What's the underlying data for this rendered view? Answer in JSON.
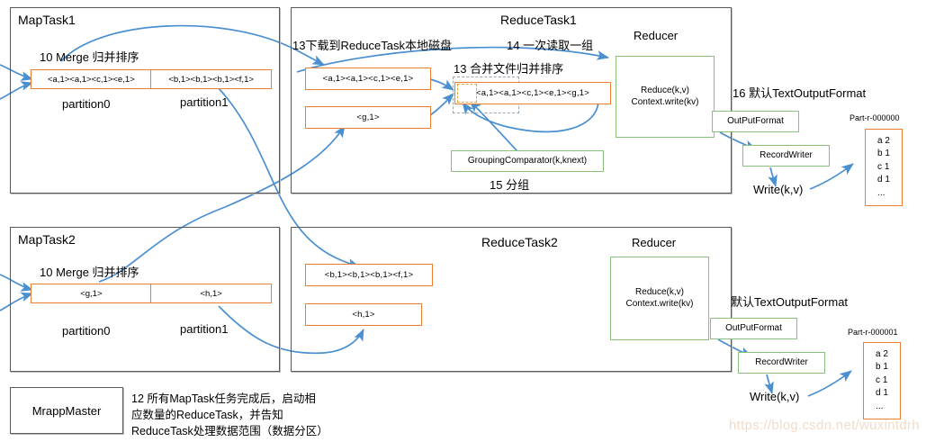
{
  "panels": {
    "maptask1": {
      "title": "MapTask1",
      "merge_label": "10 Merge 归并排序",
      "partition0_value": "<a,1><a,1><c,1><e,1>",
      "partition1_value": "<b,1><b,1><b,1><f,1>",
      "partition0_label": "partition0",
      "partition1_label": "partition1"
    },
    "maptask2": {
      "title": "MapTask2",
      "merge_label": "10 Merge 归并排序",
      "partition0_value": "<g,1>",
      "partition1_value": "<h,1>",
      "partition0_label": "partition0",
      "partition1_label": "partition1"
    },
    "reducetask1": {
      "title": "ReduceTask1",
      "download_label": "13下载到ReduceTask本地磁盘",
      "read_group_label": "14 一次读取一组",
      "merge_file_label": "13 合并文件归并排序",
      "fetched_box_1": "<a,1><a,1><c,1><e,1>",
      "fetched_box_2": "<g,1>",
      "merged_box": "<a,1><a,1><c,1><e,1><g,1>",
      "grouping_comparator": "GroupingComparator(k,knext)",
      "group_label": "15 分组",
      "reducer_title": "Reducer",
      "reducer_line1": "Reduce(k,v)",
      "reducer_line2": "Context.write(kv)"
    },
    "reducetask2": {
      "title": "ReduceTask2",
      "fetched_box_1": "<b,1><b,1><b,1><f,1>",
      "fetched_box_2": "<h,1>",
      "reducer_title": "Reducer",
      "reducer_line1": "Reduce(k,v)",
      "reducer_line2": "Context.write(kv)"
    }
  },
  "output1": {
    "format_label": "16 默认TextOutputFormat",
    "outputformat": "OutPutFormat",
    "recordwriter": "RecordWriter",
    "write_label": "Write(k,v)",
    "part_name": "Part-r-000000",
    "part_lines": "a 2\nb 1\nc 1\nd 1\n..."
  },
  "output2": {
    "format_label": "默认TextOutputFormat",
    "outputformat": "OutPutFormat",
    "recordwriter": "RecordWriter",
    "write_label": "Write(k,v)",
    "part_name": "Part-r-000001",
    "part_lines": "a 2\nb 1\nc 1\nd 1\n..."
  },
  "master": {
    "box_label": "MrappMaster",
    "note": "12 所有MapTask任务完成后，启动相\n应数量的ReduceTask，并告知\nReduceTask处理数据范围（数据分区）"
  },
  "watermark": "https://blog.csdn.net/wuxintdrh",
  "colors": {
    "orange": "#ED7D31",
    "green": "#8CC07F",
    "arrow_blue": "#4A8FD0",
    "panel_border": "#595959"
  }
}
